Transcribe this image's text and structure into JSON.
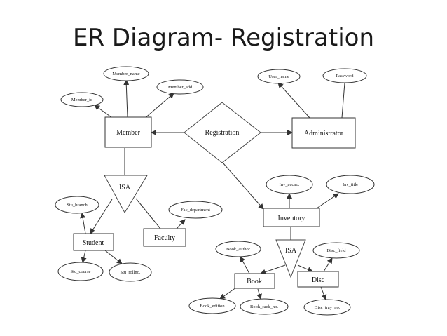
{
  "slide": {
    "title": "ER Diagram- Registration"
  },
  "diagram": {
    "entities": {
      "member": "Member",
      "administrator": "Administrator",
      "inventory": "Inventory",
      "student": "Student",
      "faculty": "Faculty",
      "book": "Book",
      "disc": "Disc"
    },
    "relationships": {
      "registration": "Registration",
      "isa_member": "ISA",
      "isa_inventory": "ISA"
    },
    "attributes": {
      "member_name": "Member_name",
      "member_add": "Member_add",
      "member_id": "Member_id",
      "user_name": "User_name",
      "password": "Password",
      "inv_accno": "Inv_accno.",
      "inv_title": "Inv_title",
      "stu_branch": "Stu_branch",
      "fac_department": "Fac_department",
      "stu_course": "Stu_course",
      "stu_rollno": "Stu_rollno.",
      "book_author": "Book_author",
      "disc_field": "Disc_field",
      "book_edition": "Book_edition",
      "book_rack_no": "Book_rack_no.",
      "disc_tray_no": "Disc_tray_no."
    }
  }
}
